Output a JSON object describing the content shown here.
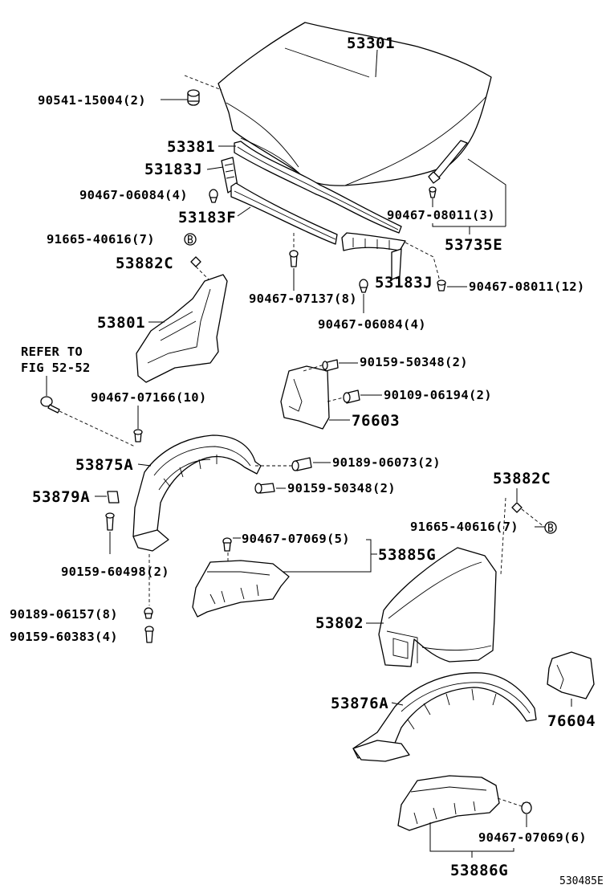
{
  "labels": {
    "l53301": "53301",
    "l9054115004": "90541-15004(2)",
    "l53381": "53381",
    "l53183J_a": "53183J",
    "l9046706084_a": "90467-06084(4)",
    "l53183F": "53183F",
    "l9046708011_3": "90467-08011(3)",
    "l53735E": "53735E",
    "l9166540616_a": "91665-40616(7)",
    "l53882C_a": "53882C",
    "l53183J_b": "53183J",
    "l9046708011_12": "90467-08011(12)",
    "l9046707137": "90467-07137(8)",
    "l9046706084_b": "90467-06084(4)",
    "l53801": "53801",
    "refer1": "REFER TO",
    "refer2": "FIG 52-52",
    "l9015950348_a": "90159-50348(2)",
    "l9046707166": "90467-07166(10)",
    "l9010906194": "90109-06194(2)",
    "l76603": "76603",
    "l53875A": "53875A",
    "l9018906073": "90189-06073(2)",
    "l9015950348_b": "90159-50348(2)",
    "l53882C_b": "53882C",
    "l53879A": "53879A",
    "l9166540616_b": "91665-40616(7)",
    "l9046707069_5": "90467-07069(5)",
    "l53885G": "53885G",
    "l9015960498": "90159-60498(2)",
    "l53802": "53802",
    "l9018906157": "90189-06157(8)",
    "l9015960383": "90159-60383(4)",
    "l53876A": "53876A",
    "l76604": "76604",
    "l9046707069_6": "90467-07069(6)",
    "l53886G": "53886G",
    "ref": "530485E",
    "clip_letter": "B"
  }
}
